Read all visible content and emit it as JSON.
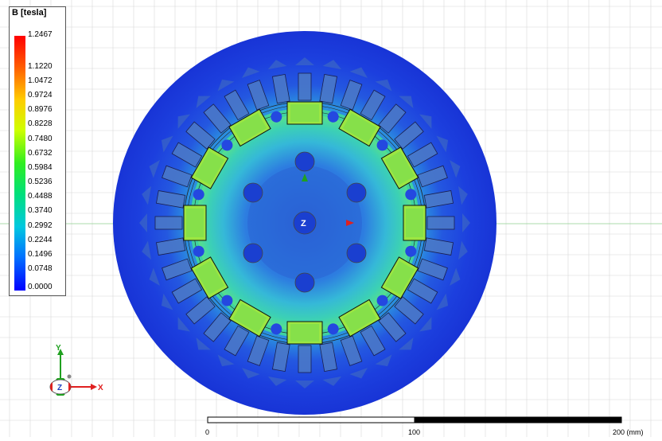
{
  "legend": {
    "title": "B [tesla]",
    "ticks": [
      "1.2467",
      "1.1220",
      "1.0472",
      "0.9724",
      "0.8976",
      "0.8228",
      "0.7480",
      "0.6732",
      "0.5984",
      "0.5236",
      "0.4488",
      "0.3740",
      "0.2992",
      "0.2244",
      "0.1496",
      "0.0748",
      "0.0000"
    ]
  },
  "scale": {
    "labels": [
      "0",
      "100",
      "200 (mm)"
    ]
  },
  "axes": {
    "x": "X",
    "y": "Y",
    "z": "Z",
    "center_z": "Z"
  },
  "colors": {
    "background": "#ffffff",
    "grid": "#d8d8d8",
    "field_low": "#1a34d8",
    "field_mid": "#2ec4a8",
    "field_high": "#8ee030",
    "x_axis": "#e02020",
    "y_axis": "#20a020",
    "z_axis": "#2040c0"
  },
  "icons": [
    "coordinate-triad-icon",
    "x-arrow-icon",
    "y-arrow-icon",
    "z-axis-icon"
  ]
}
